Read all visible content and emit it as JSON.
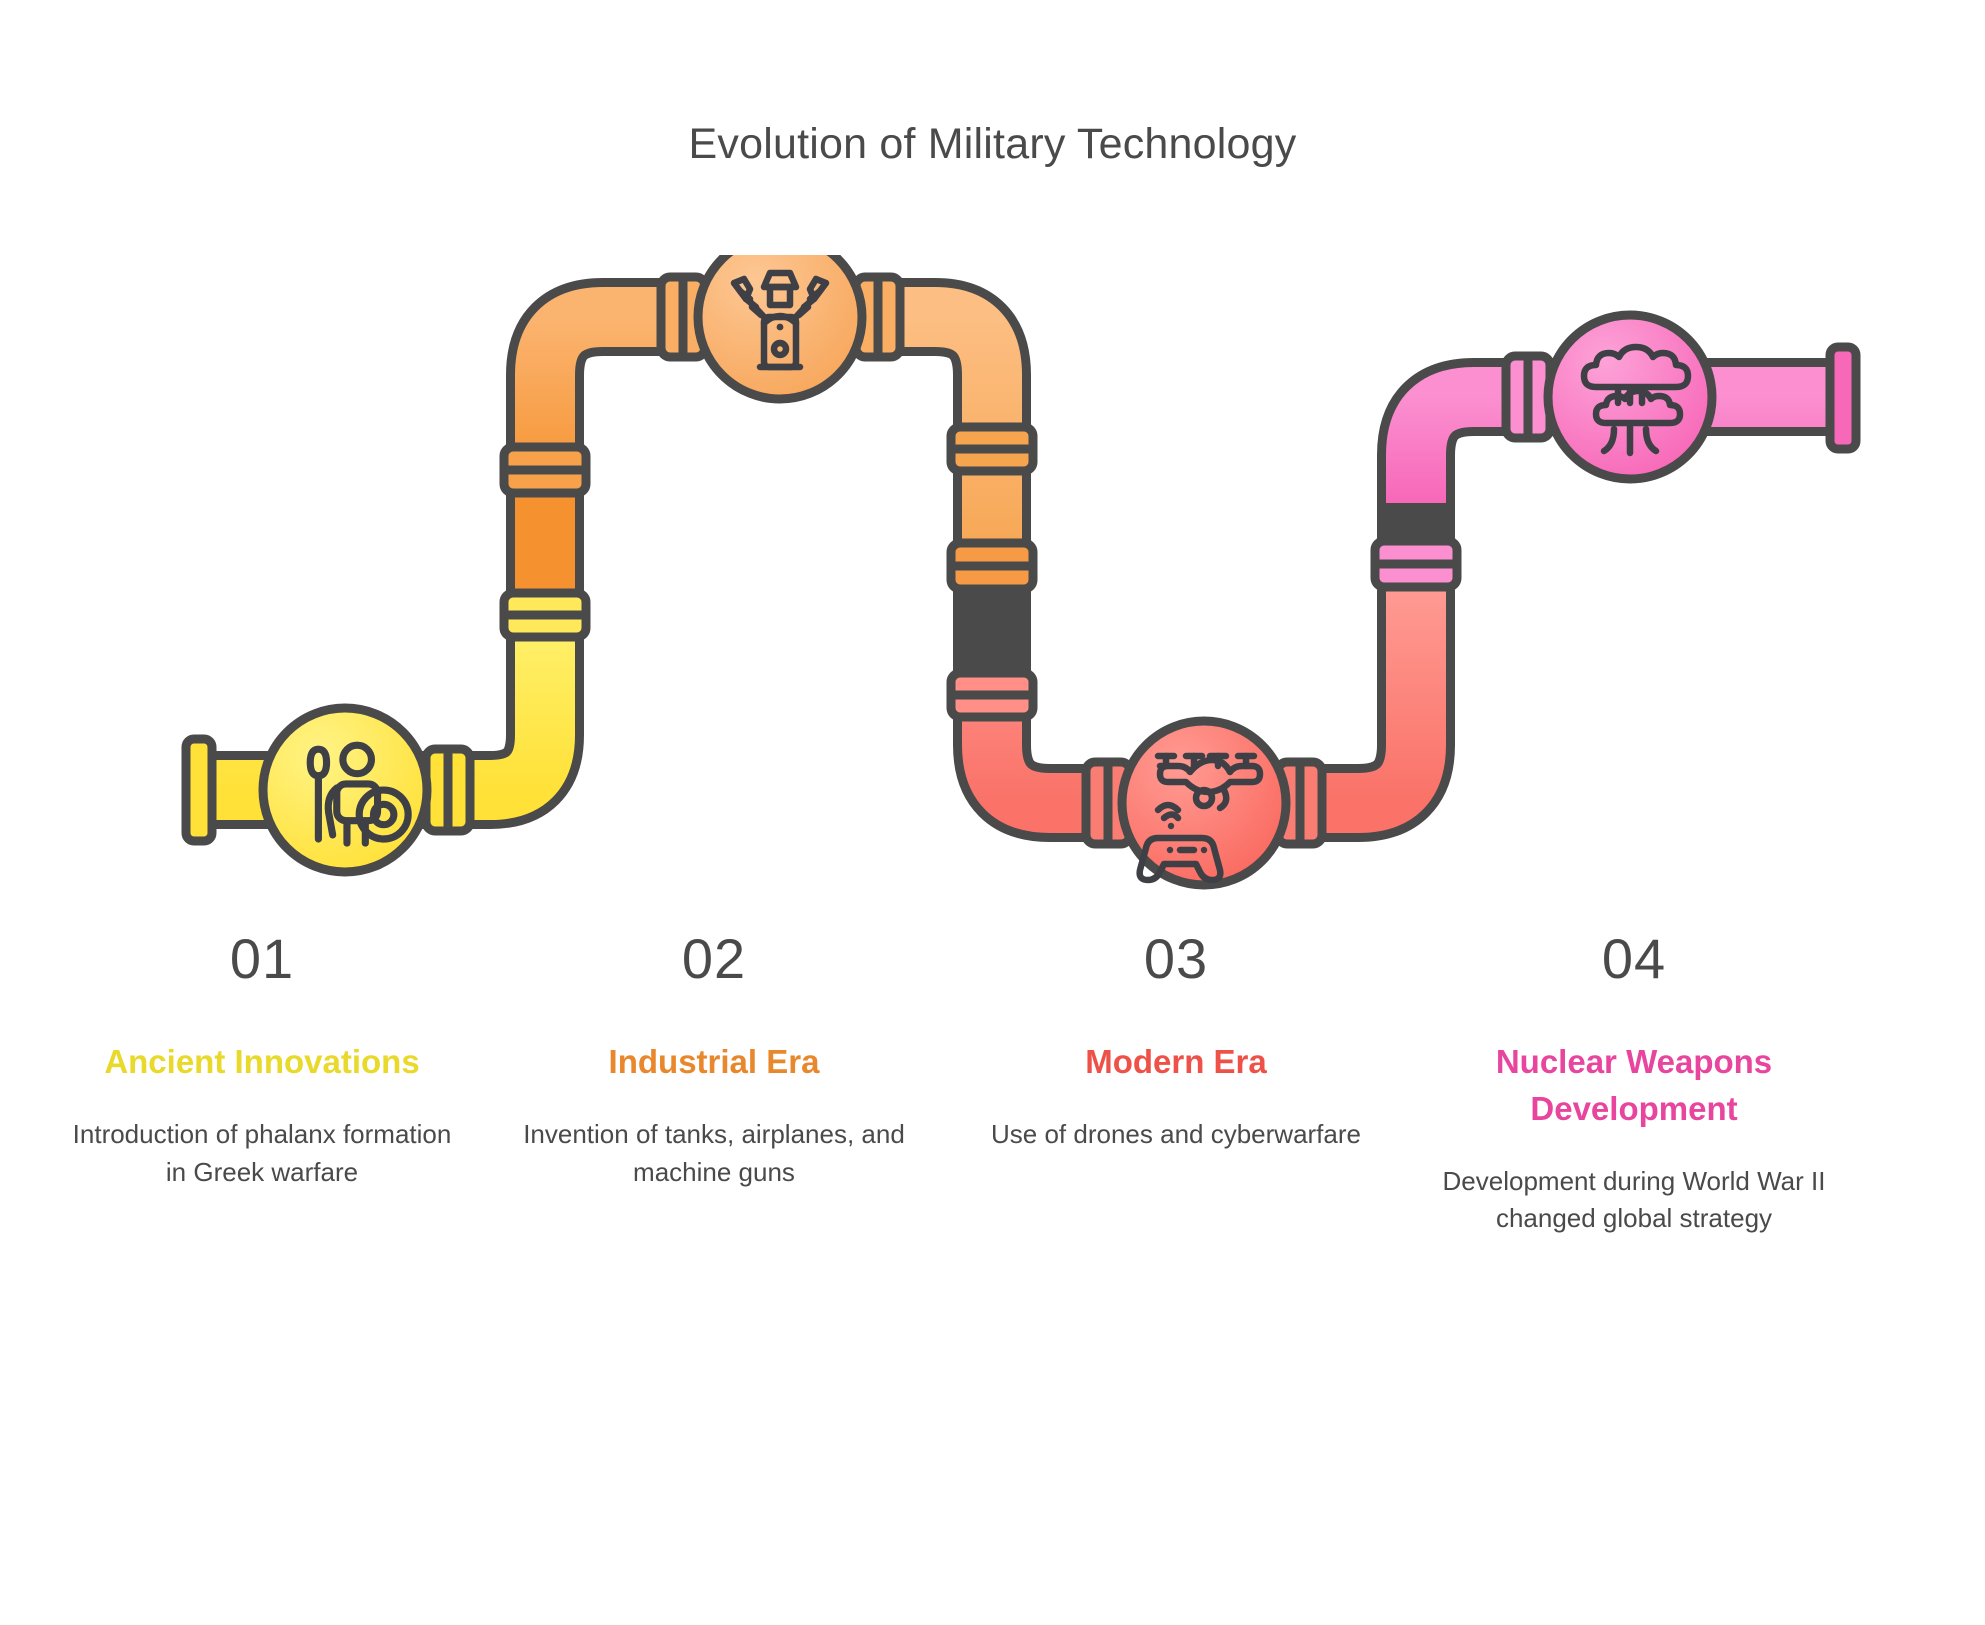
{
  "page": {
    "title": "Evolution of Military Technology",
    "background_color": "#ffffff",
    "text_color": "#4a4a4a",
    "outline_color": "#4a4a4a"
  },
  "palette": {
    "yellow": "#FFE138",
    "yellow_light": "#FFF06A",
    "orange": "#F5922F",
    "orange_light": "#FBB470",
    "salmon": "#FA7268",
    "salmon_light": "#FFA6A0",
    "pink": "#F768B8",
    "pink_light": "#FB8FD0",
    "outline": "#4a4a4a"
  },
  "steps": [
    {
      "number": "01",
      "title": "Ancient Innovations",
      "description": "Introduction of phalanx formation in Greek warfare",
      "color": "#E8D92B",
      "icon": "warrior-spear-shield-icon",
      "node_color": "#FFE138"
    },
    {
      "number": "02",
      "title": "Industrial Era",
      "description": "Invention of tanks, airplanes, and machine guns",
      "color": "#E8872B",
      "icon": "industrial-machine-icon",
      "node_color": "#FBB470"
    },
    {
      "number": "03",
      "title": "Modern Era",
      "description": "Use of drones and cyberwarfare",
      "color": "#EE5147",
      "icon": "drone-controller-icon",
      "node_color": "#FA7268"
    },
    {
      "number": "04",
      "title": "Nuclear Weapons Development",
      "description": "Development during World War II changed global strategy",
      "color": "#E8469E",
      "icon": "mushroom-cloud-icon",
      "node_color": "#F768B8"
    }
  ],
  "diagram": {
    "type": "pipeline-flow",
    "end_caps": [
      "left-flange",
      "right-flange"
    ],
    "joint_style": "double-ring-collar",
    "direction": "left-to-right ascending"
  }
}
